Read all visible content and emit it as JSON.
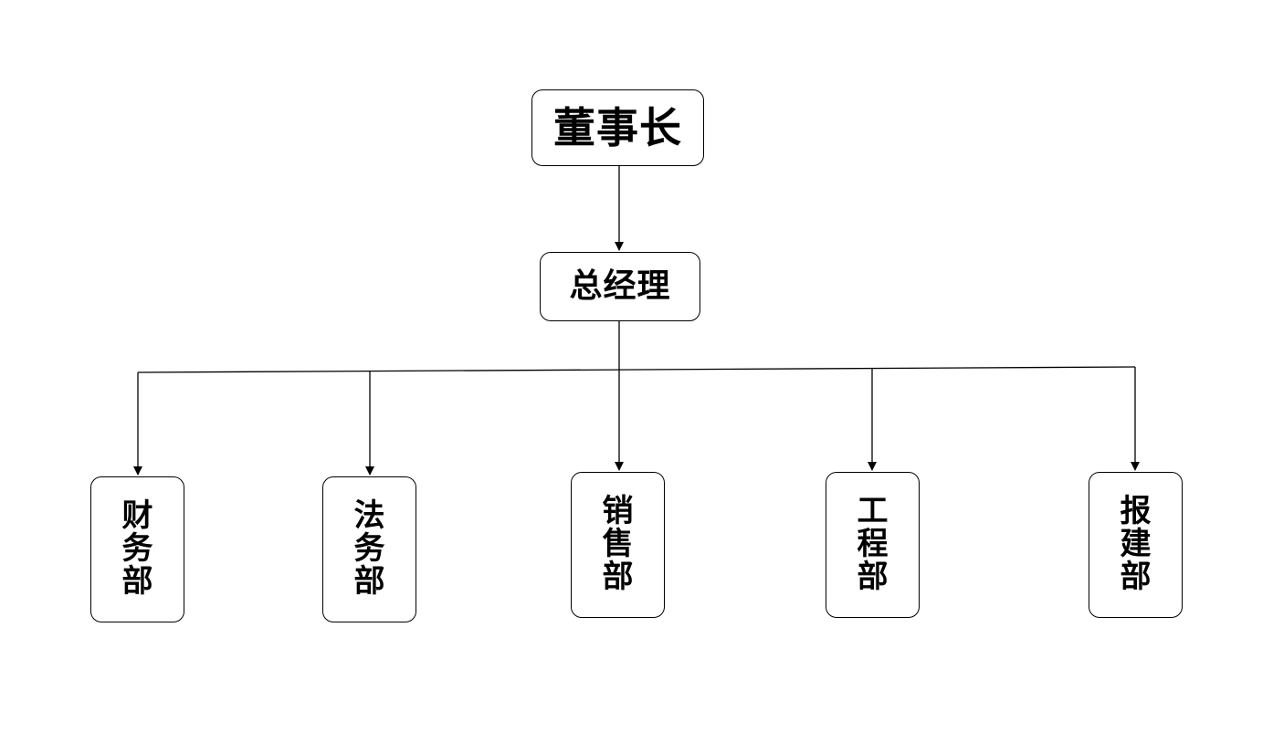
{
  "chairman": {
    "label": "董事长"
  },
  "general_manager": {
    "label": "总经理"
  },
  "departments": [
    {
      "label": "财务部"
    },
    {
      "label": "法务部"
    },
    {
      "label": "销售部"
    },
    {
      "label": "工程部"
    },
    {
      "label": "报建部"
    }
  ],
  "colors": {
    "line": "#000000",
    "box_border": "#000000",
    "text": "#000000",
    "background": "#ffffff"
  }
}
